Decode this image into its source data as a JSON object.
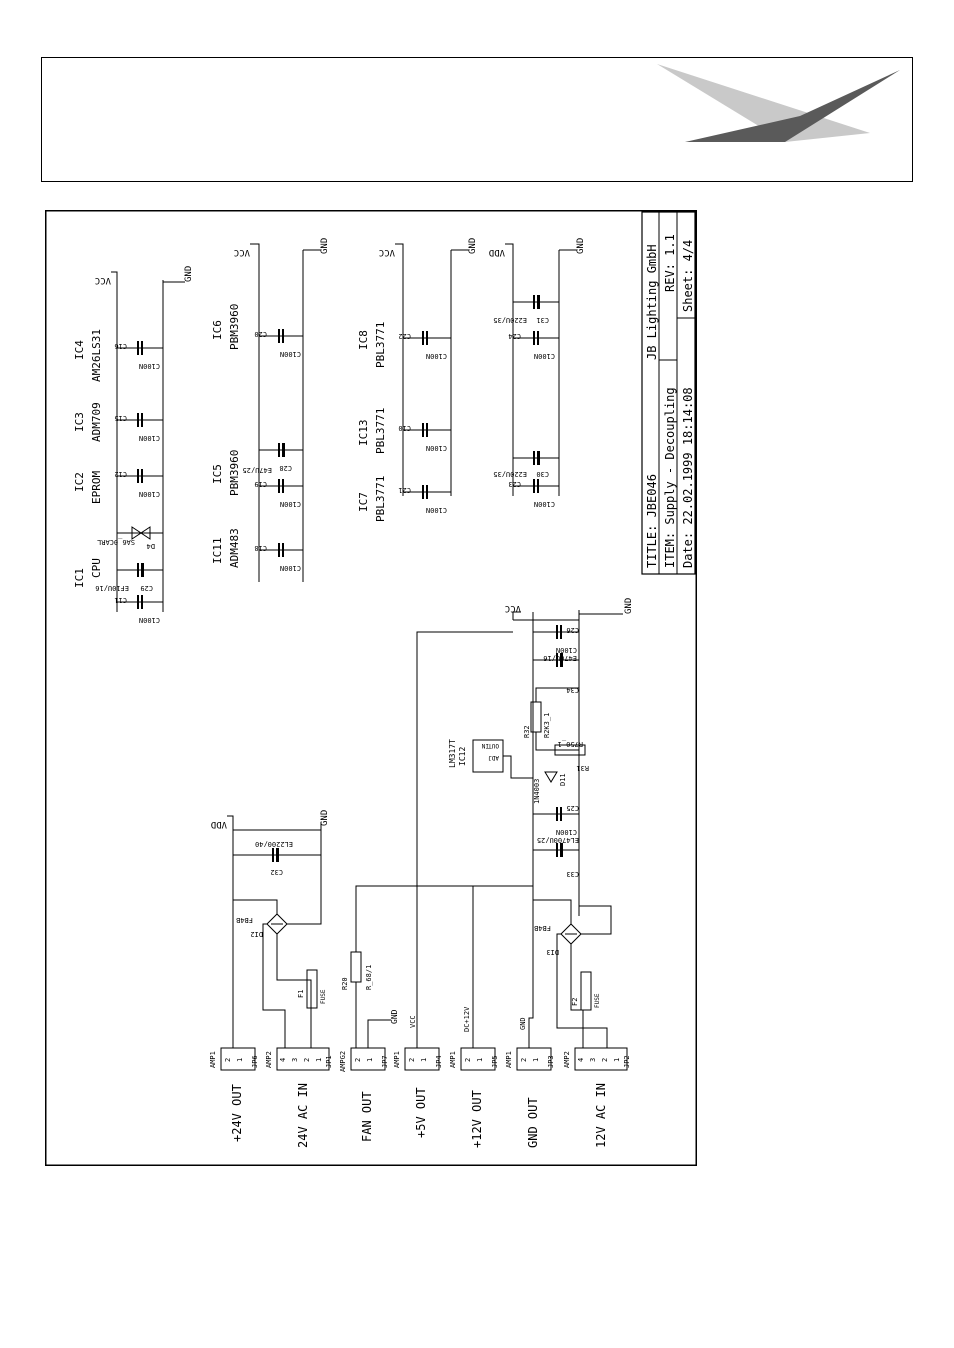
{
  "title_block": {
    "company": "JB Lighting GmbH",
    "title": "TITLE: JBE046",
    "revision": "REV: 1.1",
    "item": "ITEM: Supply - Decoupling",
    "sheet": "Sheet: 4/4",
    "date": "Date: 22.02.1999 18:14:08"
  },
  "decoupling": {
    "ics": [
      {
        "ref": "IC1",
        "name": "CPU"
      },
      {
        "ref": "IC2",
        "name": "EPROM"
      },
      {
        "ref": "IC3",
        "name": "ADM709"
      },
      {
        "ref": "IC4",
        "name": "AM26LS31"
      },
      {
        "ref": "IC11",
        "name": "ADM483"
      },
      {
        "ref": "IC5",
        "name": "PBM3960"
      },
      {
        "ref": "IC6",
        "name": "PBM3960"
      },
      {
        "ref": "IC7",
        "name": "PBL3771"
      },
      {
        "ref": "IC13",
        "name": "PBL3771"
      },
      {
        "ref": "IC8",
        "name": "PBL3771"
      }
    ],
    "caps": [
      {
        "ref": "C11",
        "value": "C100N"
      },
      {
        "ref": "C29",
        "value": "EF10U/16"
      },
      {
        "ref": "D4",
        "value": "SA6_0CARL"
      },
      {
        "ref": "C12",
        "value": "C100N"
      },
      {
        "ref": "C15",
        "value": "C100N"
      },
      {
        "ref": "C16",
        "value": "C100N"
      },
      {
        "ref": "C18",
        "value": "C100N"
      },
      {
        "ref": "C19",
        "value": "C100N"
      },
      {
        "ref": "C28",
        "value": "E47U/25"
      },
      {
        "ref": "C20",
        "value": "C100N"
      },
      {
        "ref": "C21",
        "value": "C100N"
      },
      {
        "ref": "C10",
        "value": "C100N"
      },
      {
        "ref": "C22",
        "value": "C100N"
      },
      {
        "ref": "C23",
        "value": "C100N"
      },
      {
        "ref": "C30",
        "value": "E220U/35"
      },
      {
        "ref": "C24",
        "value": "C100N"
      },
      {
        "ref": "C31",
        "value": "E220U/35"
      }
    ],
    "net_vcc": "VCC",
    "net_vdd": "VDD",
    "net_gnd": "GND"
  },
  "power": {
    "connectors": [
      {
        "label": "+24V OUT",
        "ref": "JP6",
        "type": "AMP1"
      },
      {
        "label": "24V AC IN",
        "ref": "JP1",
        "type": "AMP2"
      },
      {
        "label": "FAN OUT",
        "ref": "JP7",
        "type": "AMPG2"
      },
      {
        "label": "+5V OUT",
        "ref": "JP4",
        "type": "AMP1"
      },
      {
        "label": "+12V OUT",
        "ref": "JP5",
        "type": "AMP1"
      },
      {
        "label": "GND OUT",
        "ref": "JP3",
        "type": "AMP1"
      },
      {
        "label": "12V AC IN",
        "ref": "JP2",
        "type": "AMP2"
      }
    ],
    "fuse1": {
      "ref": "F1",
      "value": "FUSE"
    },
    "fuse2": {
      "ref": "F2",
      "value": "FUSE"
    },
    "bridge1": {
      "ref": "DI2",
      "value": "FB4B"
    },
    "bridge2": {
      "ref": "DI3",
      "value": "FB4B"
    },
    "c32": {
      "ref": "C32",
      "value": "EL2200/40"
    },
    "r20": {
      "ref": "R20",
      "value": "R_68/1"
    },
    "net_dc12": "DC+12V",
    "c33": {
      "ref": "C33",
      "value": "EL4700U/25"
    },
    "c25": {
      "ref": "C25",
      "value": "C100N"
    },
    "d11": {
      "ref": "D11",
      "value": "1N4003"
    },
    "ic12": {
      "ref": "IC12",
      "value": "LM317T",
      "pins": [
        "IN",
        "OUT",
        "ADJ"
      ]
    },
    "r31": {
      "ref": "R31",
      "value": "R750_1"
    },
    "r32": {
      "ref": "R32",
      "value": "R2K3_1"
    },
    "c34": {
      "ref": "C34",
      "value": "E470U/16"
    },
    "c26": {
      "ref": "C26",
      "value": "C100N"
    }
  }
}
